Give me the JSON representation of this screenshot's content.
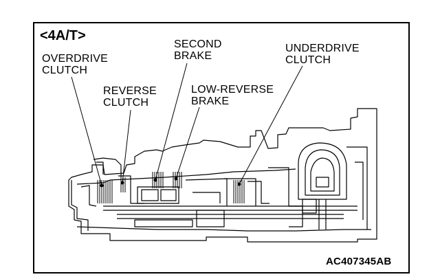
{
  "diagram": {
    "title": "<4A/T>",
    "figure_code": "AC407345AB",
    "labels": {
      "overdrive_clutch": [
        "OVERDRIVE",
        "CLUTCH"
      ],
      "reverse_clutch": [
        "REVERSE",
        "CLUTCH"
      ],
      "second_brake": [
        "SECOND",
        "BRAKE"
      ],
      "low_reverse_brake": [
        "LOW-REVERSE",
        "BRAKE"
      ],
      "underdrive_clutch": [
        "UNDERDRIVE",
        "CLUTCH"
      ]
    }
  }
}
